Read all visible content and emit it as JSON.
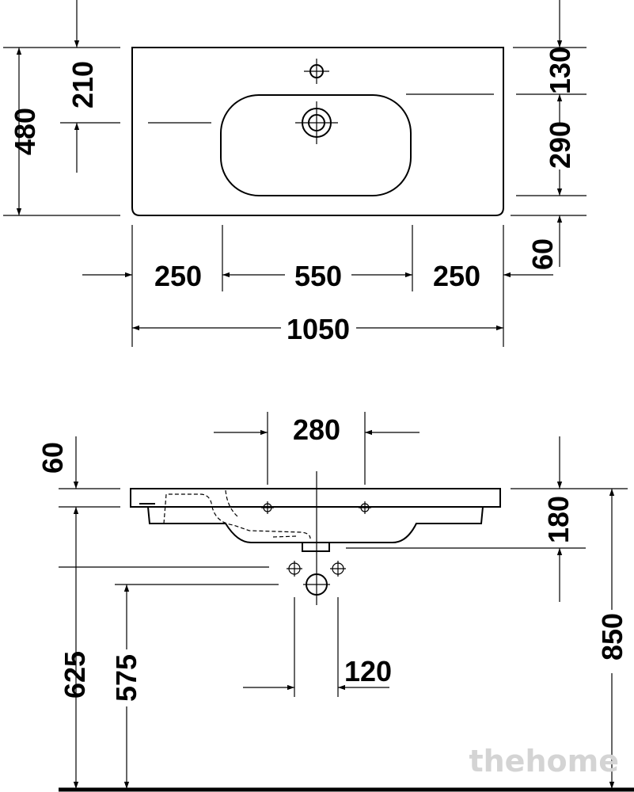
{
  "top_view": {
    "dim_210": "210",
    "dim_480": "480",
    "dim_130": "130",
    "dim_290": "290",
    "dim_60": "60",
    "dim_250_left": "250",
    "dim_550": "550",
    "dim_250_right": "250",
    "dim_1050": "1050"
  },
  "side_view": {
    "dim_280": "280",
    "dim_60": "60",
    "dim_180": "180",
    "dim_625": "625",
    "dim_575": "575",
    "dim_120": "120",
    "dim_850": "850"
  },
  "watermark": "thehome"
}
